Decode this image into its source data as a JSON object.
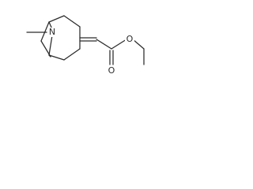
{
  "molecule": {
    "atom_labels": {
      "nitrogen": "N",
      "carbonyl_oxygen": "O",
      "ester_oxygen": "O"
    },
    "colors": {
      "bond": "#2b2b2b",
      "background": "#ffffff"
    }
  }
}
